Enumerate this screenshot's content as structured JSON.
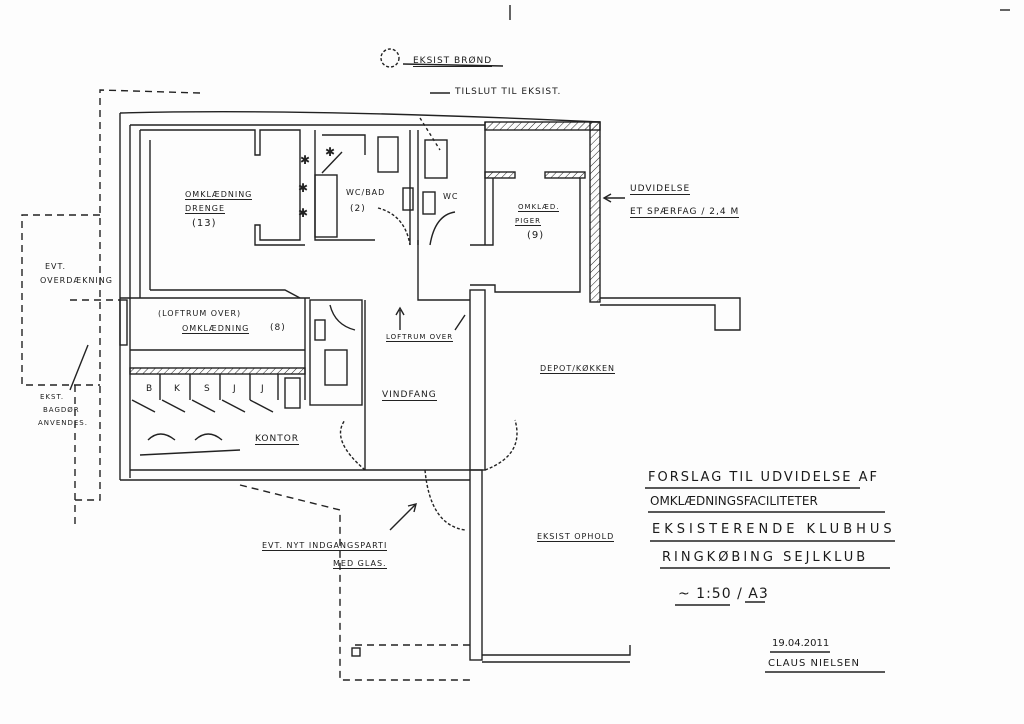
{
  "plan": {
    "top_labels": {
      "well": "EKSIST BRØND",
      "connect": "TILSLUT TIL EKSIST."
    },
    "rooms": {
      "boys": {
        "line1": "OMKLÆDNING",
        "line2": "DRENGE",
        "count": "(13)"
      },
      "wc_bath": {
        "line1": "WC/BAD",
        "count": "(2)"
      },
      "wc": "WC",
      "girls": {
        "line1": "OMKLÆD.",
        "line2": "PIGER",
        "count": "(9)"
      },
      "loft_changing": {
        "line1": "(LOFTRUM OVER)",
        "line2": "OMKLÆDNING",
        "count": "(8)"
      },
      "lockers": [
        "B",
        "K",
        "S",
        "J",
        "J"
      ],
      "office": "KONTOR",
      "porch": "VINDFANG",
      "depot": "DEPOT/KØKKEN",
      "lounge": "EKSIST OPHOLD"
    },
    "notes": {
      "extension": {
        "line1": "UDVIDELSE",
        "line2": "ET SPÆRFAG / 2,4 M"
      },
      "canopy": {
        "line1": "EVT.",
        "line2": "OVERDÆKNING"
      },
      "loft_over": "LOFTRUM OVER",
      "back_door": {
        "line1": "EKST.",
        "line2": "BAGDØR",
        "line3": "ANVENDES."
      },
      "entrance": {
        "line1": "EVT. NYT INDGANGSPARTI",
        "line2": "MED GLAS."
      }
    }
  },
  "title_block": {
    "line1": "FORSLAG TIL UDVIDELSE AF",
    "line2": "OMKLÆDNINGSFACILITETER",
    "line3": "EKSISTERENDE KLUBHUS",
    "line4": "RINGKØBING SEJLKLUB",
    "scale": "~ 1:50 / A3",
    "date": "19.04.2011",
    "author": "CLAUS NIELSEN"
  }
}
